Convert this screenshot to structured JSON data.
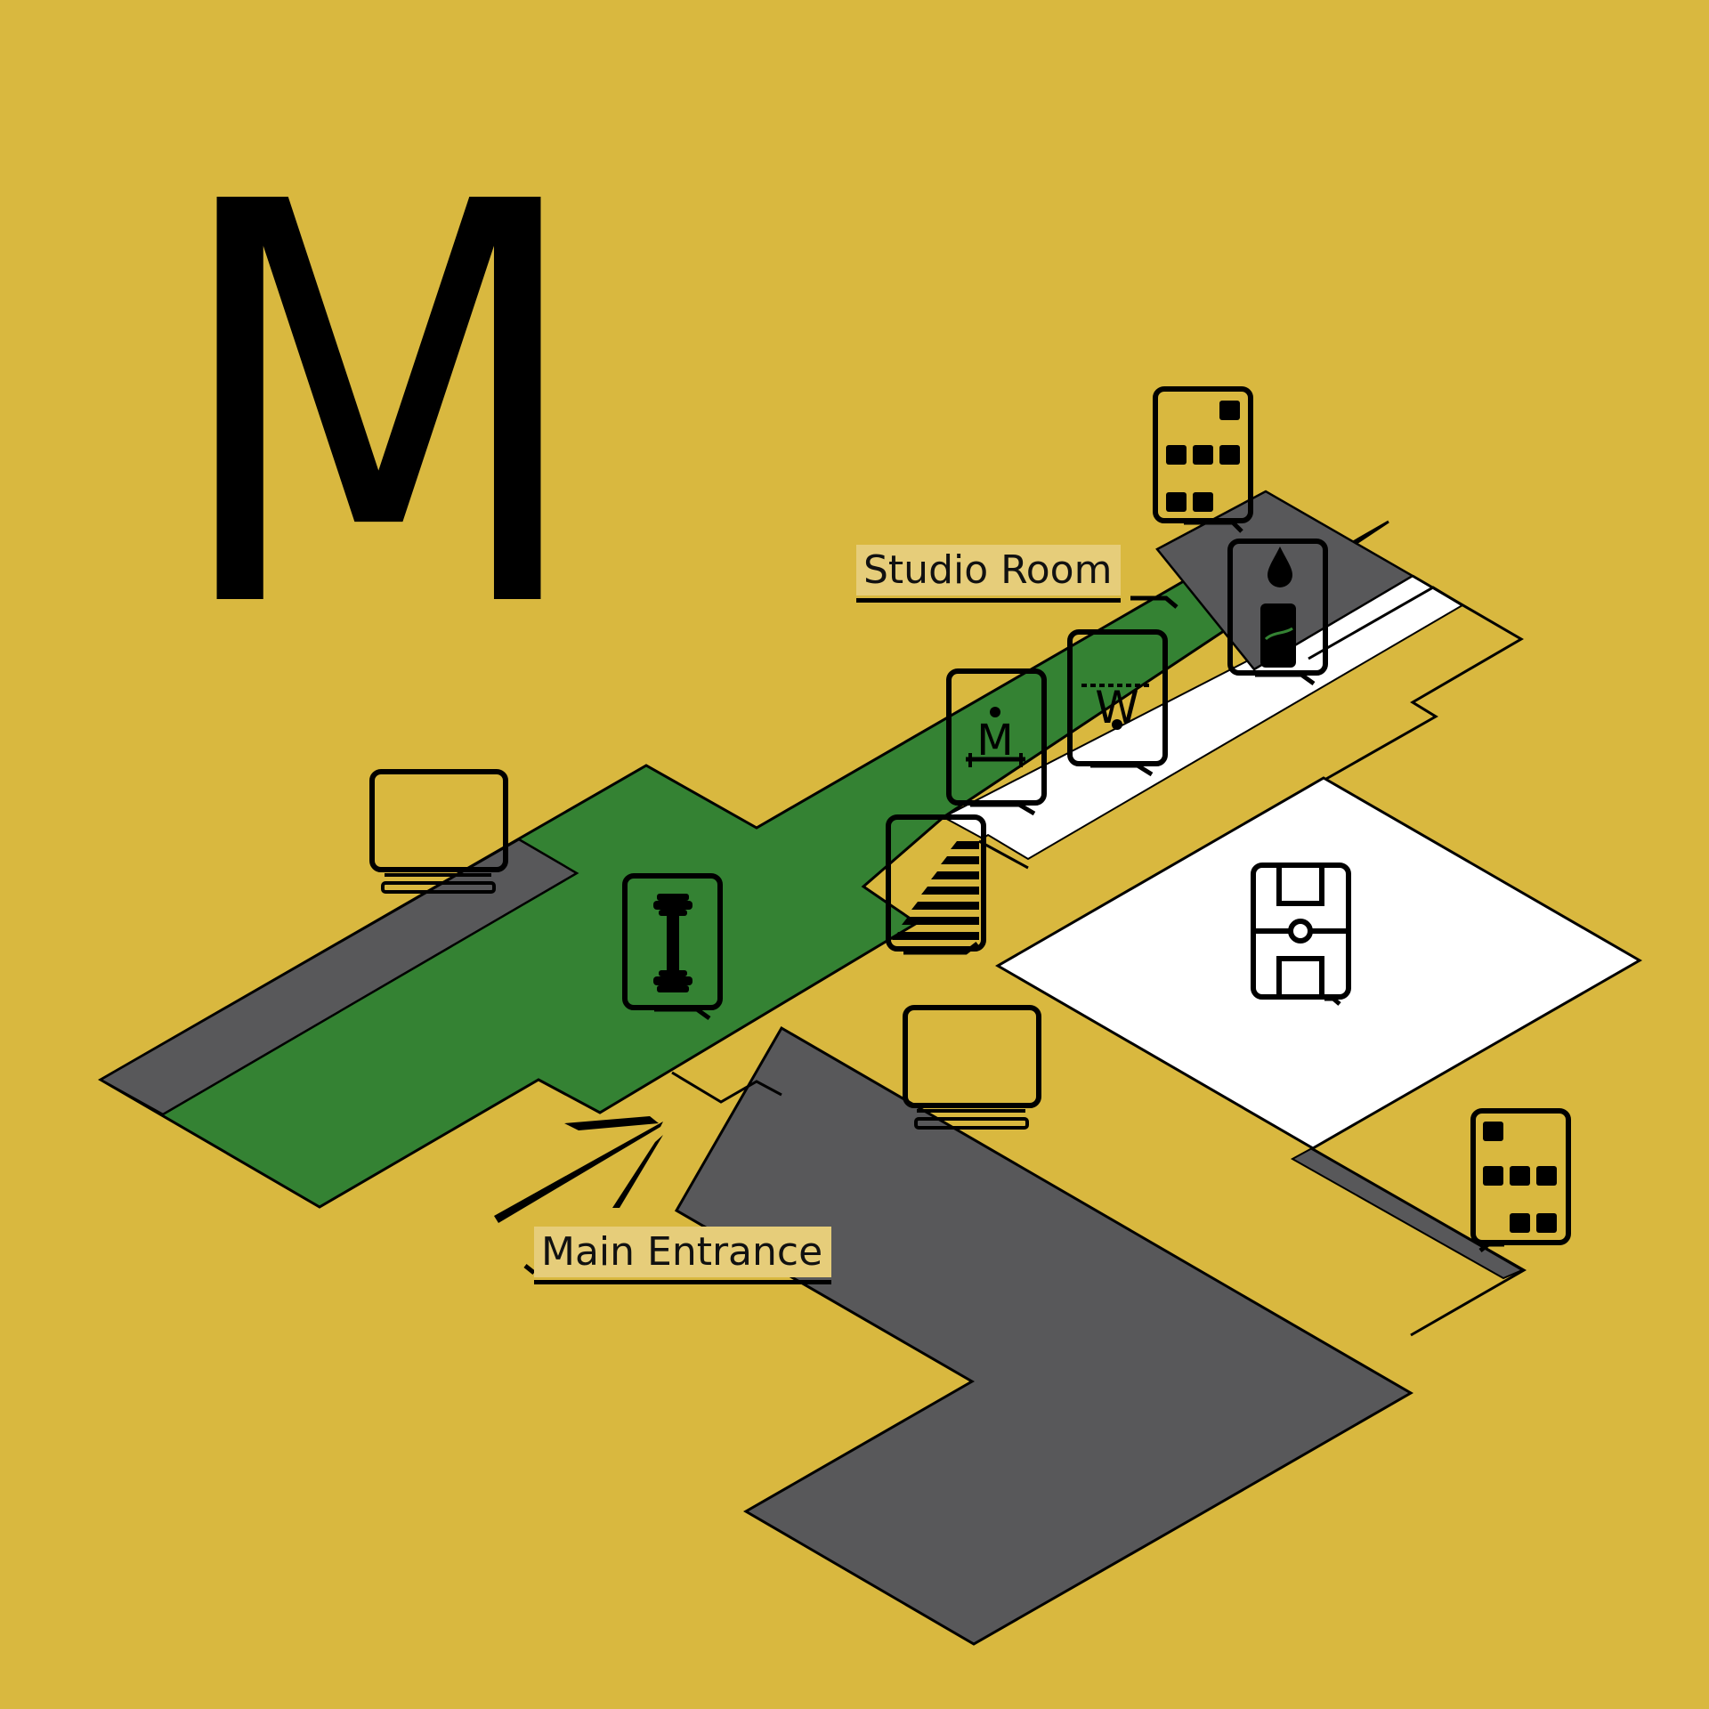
{
  "floor": {
    "letter": "M"
  },
  "labels": {
    "studio_room": "Studio Room",
    "main_entrance": "Main Entrance"
  },
  "colors": {
    "background": "#d9b83f",
    "green_zone": "#348233",
    "gray_zone": "#58585a",
    "white_zone": "#ffffff",
    "outline": "#000000"
  },
  "icons": [
    "computer-icon",
    "computer-icon",
    "weights-icon",
    "stairs-icon",
    "cardio-machine-icon",
    "weight-machine-icon",
    "water-fountain-icon",
    "lockers-icon",
    "lockers-icon",
    "sports-court-icon",
    "entrance-arrow-icon"
  ]
}
